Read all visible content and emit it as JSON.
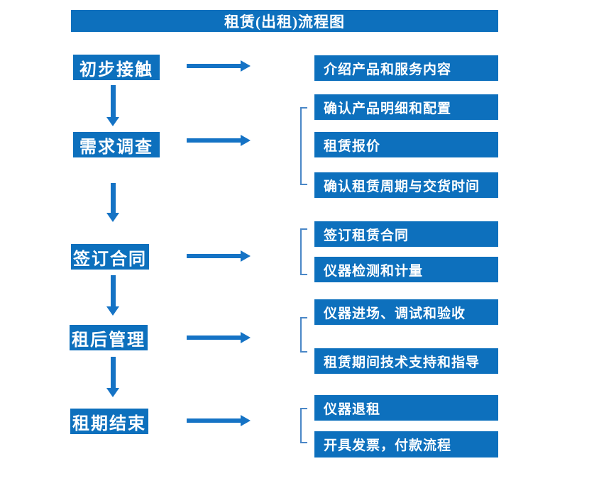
{
  "title": "租赁(出租)流程图",
  "colors": {
    "accent": "#0d70bd",
    "arrow": "#1573c5",
    "bracket": "#4a87c7",
    "text": "#ffffff",
    "background": "#ffffff"
  },
  "steps": [
    {
      "label": "初步接触",
      "outputs": [
        "介绍产品和服务内容"
      ]
    },
    {
      "label": "需求调查",
      "outputs": [
        "确认产品明细和配置",
        "租赁报价",
        "确认租赁周期与交货时间"
      ]
    },
    {
      "label": "签订合同",
      "outputs": [
        "签订租赁合同",
        "仪器检测和计量"
      ]
    },
    {
      "label": "租后管理",
      "outputs": [
        "仪器进场、调试和验收",
        "租赁期间技术支持和指导"
      ]
    },
    {
      "label": "租期结束",
      "outputs": [
        "仪器退租",
        "开具发票，付款流程"
      ]
    }
  ]
}
